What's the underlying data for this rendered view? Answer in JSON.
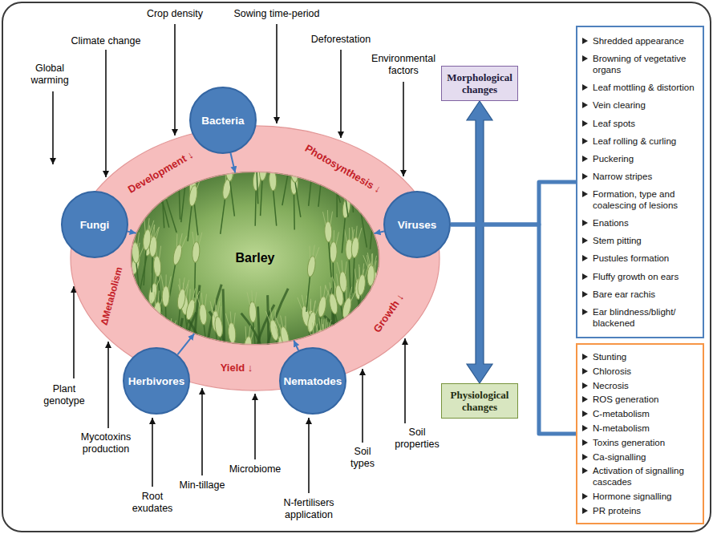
{
  "diagram": {
    "nodes": [
      {
        "text": [
          "Development ↓",
          "Photosynthesis ↓",
          "ΔMetabolism",
          "Growth ↓",
          "Yield ↓"
        ]
      },
      {
        "text": [
          "Barley"
        ],
        "in": 0
      },
      {
        "text": [
          "Bacteria"
        ]
      },
      {
        "text": [
          "Fungi"
        ]
      },
      {
        "text": [
          "Viruses"
        ]
      },
      {
        "text": [
          "Herbivores"
        ]
      },
      {
        "text": [
          "Nematodes"
        ]
      },
      {
        "text": [
          "Morphological changes"
        ]
      },
      {
        "text": [
          "Shredded appearance",
          "Browning of vegetative organs",
          "Leaf mottling & distortion",
          "Vein clearing",
          "Leaf spots",
          "Leaf rolling & curling",
          "Puckering",
          "Narrow stripes",
          "Formation, type and coalescing of lesions",
          "Enations",
          "Stem pitting",
          "Pustules formation",
          "Fluffy growth on ears",
          "Bare ear rachis",
          "Ear blindness/blight/ blackened"
        ]
      },
      {
        "text": [
          "Physiological changes"
        ]
      },
      {
        "text": [
          "Stunting",
          "Chlorosis",
          "Necrosis",
          "ROS generation",
          "C-metabolism",
          "N-metabolism",
          "Toxins generation",
          "Ca-signalling",
          "Activation of signalling cascades",
          "Hormone signalling",
          "PR proteins"
        ]
      }
    ],
    "edges": [
      {
        "from": 2,
        "to": 1,
        "arrow": "to"
      },
      {
        "from": 3,
        "to": 1,
        "arrow": "to"
      },
      {
        "from": 4,
        "to": 1,
        "arrow": "to"
      },
      {
        "from": 5,
        "to": 1,
        "arrow": "to"
      },
      {
        "from": 6,
        "to": 1,
        "arrow": "to"
      },
      {
        "from": 7,
        "to": 9,
        "arrow": "both"
      },
      {
        "from": 4,
        "to": 8,
        "arrow": "none"
      },
      {
        "from": 4,
        "to": 10,
        "arrow": "none"
      }
    ],
    "labels": [
      "Crop density",
      "Sowing time-period",
      "Global warming",
      "Climate change",
      "Deforestation",
      "Environmental factors",
      "Plant genotype",
      "Mycotoxins production",
      "Root exudates",
      "Min-tillage",
      "Microbiome",
      "N-fertilisers application",
      "Soil types",
      "Soil properties"
    ]
  }
}
